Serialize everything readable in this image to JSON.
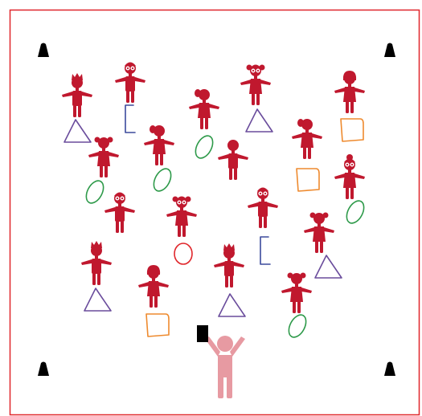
{
  "colors": {
    "boundary": "#e0262b",
    "child": "#c0182e",
    "teacher": "#e79aa2",
    "cone": "#000000",
    "card": "#000000",
    "triangle": "#6a4c9c",
    "oval": "#2e9a4a",
    "square": "#ee8a2e",
    "rectangle": "#3b4a9c",
    "circle": "#e0262b"
  },
  "scene": {
    "cones": 4,
    "children": [
      {
        "hair": "spiky",
        "shape": "triangle"
      },
      {
        "hair": "glasses",
        "shape": "rectangle"
      },
      {
        "hair": "ponytail",
        "shape": "oval"
      },
      {
        "hair": "glasses-pigtails",
        "shape": "triangle"
      },
      {
        "hair": "bob",
        "shape": "square"
      },
      {
        "hair": "pigtails",
        "shape": "oval"
      },
      {
        "hair": "ponytail",
        "shape": "oval"
      },
      {
        "hair": "short",
        "shape": "none"
      },
      {
        "hair": "ponytail",
        "shape": "square"
      },
      {
        "hair": "glasses-bun",
        "shape": "oval"
      },
      {
        "hair": "glasses",
        "shape": "none"
      },
      {
        "hair": "glasses-pigtails",
        "shape": "circle"
      },
      {
        "hair": "glasses",
        "shape": "rectangle"
      },
      {
        "hair": "pigtails",
        "shape": "triangle"
      },
      {
        "hair": "spiky",
        "shape": "triangle"
      },
      {
        "hair": "bob",
        "shape": "square"
      },
      {
        "hair": "spiky",
        "shape": "triangle"
      },
      {
        "hair": "pigtails",
        "shape": "oval"
      }
    ],
    "teacher": {
      "holding": "card"
    }
  }
}
